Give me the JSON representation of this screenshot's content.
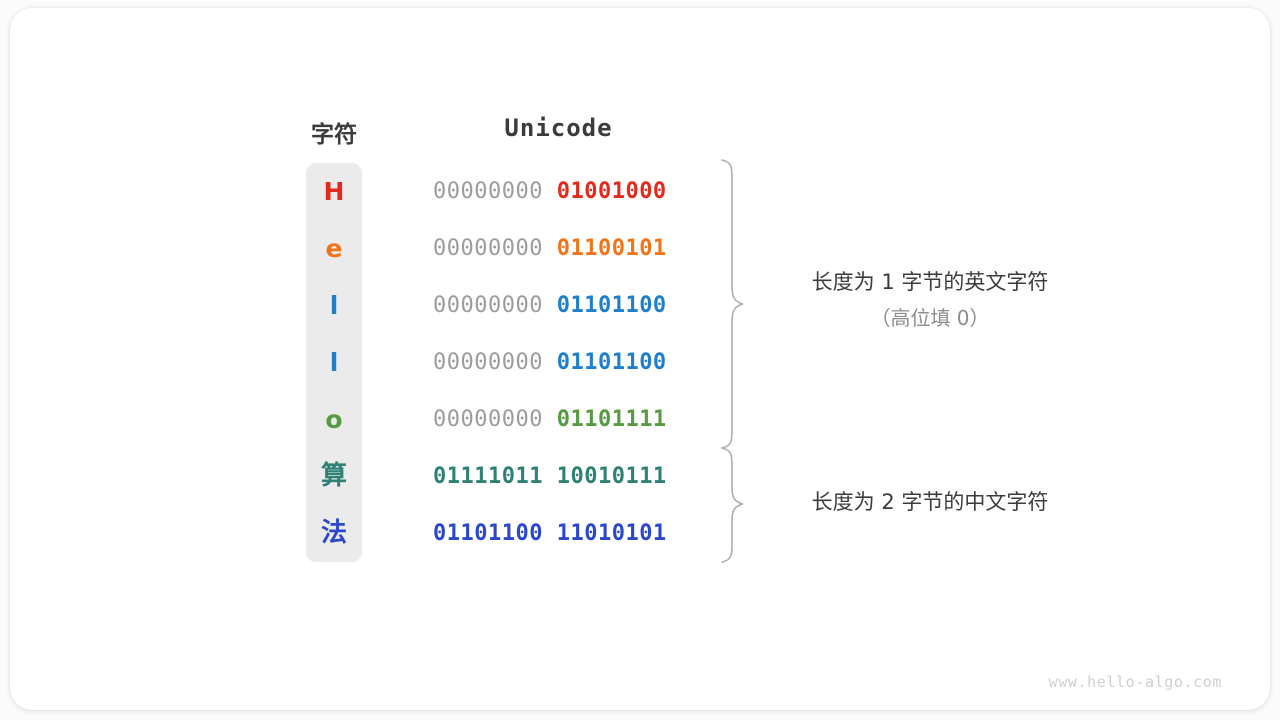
{
  "headers": {
    "character": "字符",
    "unicode": "Unicode"
  },
  "rows": [
    {
      "char": "H",
      "color": "#e22a1e",
      "high_byte": "00000000",
      "low_byte": "01001000",
      "high_bold": false
    },
    {
      "char": "e",
      "color": "#f0741a",
      "high_byte": "00000000",
      "low_byte": "01100101",
      "high_bold": false
    },
    {
      "char": "l",
      "color": "#1e7fcb",
      "high_byte": "00000000",
      "low_byte": "01101100",
      "high_bold": false
    },
    {
      "char": "l",
      "color": "#1e7fcb",
      "high_byte": "00000000",
      "low_byte": "01101100",
      "high_bold": false
    },
    {
      "char": "o",
      "color": "#569b41",
      "high_byte": "00000000",
      "low_byte": "01101111",
      "high_bold": false
    },
    {
      "char": "算",
      "color": "#2e8174",
      "high_byte": "01111011",
      "low_byte": "10010111",
      "high_bold": true
    },
    {
      "char": "法",
      "color": "#2b48c8",
      "high_byte": "01101100",
      "low_byte": "11010101",
      "high_bold": true
    }
  ],
  "annotations": {
    "ascii": {
      "main": "长度为 1 字节的英文字符",
      "sub": "（高位填 0）"
    },
    "cjk": {
      "main": "长度为 2 字节的中文字符"
    }
  },
  "watermark": "www.hello-algo.com",
  "colors": {
    "card_background": "#ffffff",
    "page_background": "#fbfbfb",
    "char_column": "#ebebeb",
    "high_byte_gray": "#9c9c9c",
    "brace": "#adadad",
    "header_text": "#3b3b3b",
    "note_text": "#3c3c3c",
    "note_sub_text": "#8d8d8d",
    "watermark_text": "#cfcfcf"
  }
}
